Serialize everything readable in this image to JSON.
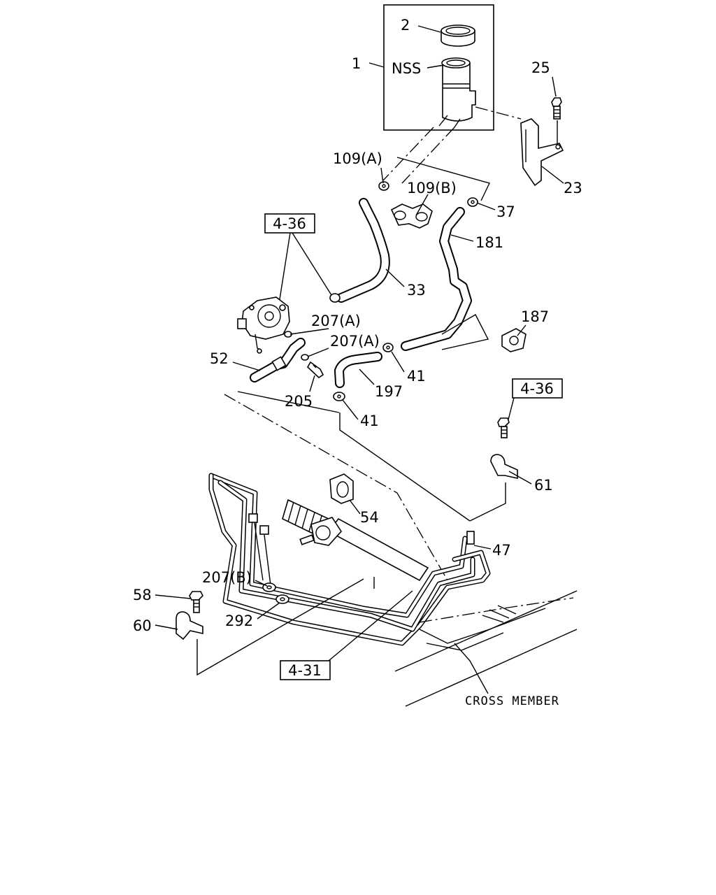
{
  "callouts": {
    "c1": "1",
    "c2": "2",
    "nss": "NSS",
    "c25": "25",
    "c23": "23",
    "c109a": "109(A)",
    "c109b": "109(B)",
    "c37": "37",
    "c181": "181",
    "c33": "33",
    "c187": "187",
    "c207a_1": "207(A)",
    "c207a_2": "207(A)",
    "c52": "52",
    "c41_1": "41",
    "c197": "197",
    "c205": "205",
    "c41_2": "41",
    "c61": "61",
    "c54": "54",
    "c47": "47",
    "c207b": "207(B)",
    "c58": "58",
    "c292": "292",
    "c60": "60"
  },
  "references": {
    "ref_436_top": "4-36",
    "ref_436_right": "4-36",
    "ref_431": "4-31"
  },
  "annotations": {
    "cross_member": "CROSS MEMBER"
  }
}
